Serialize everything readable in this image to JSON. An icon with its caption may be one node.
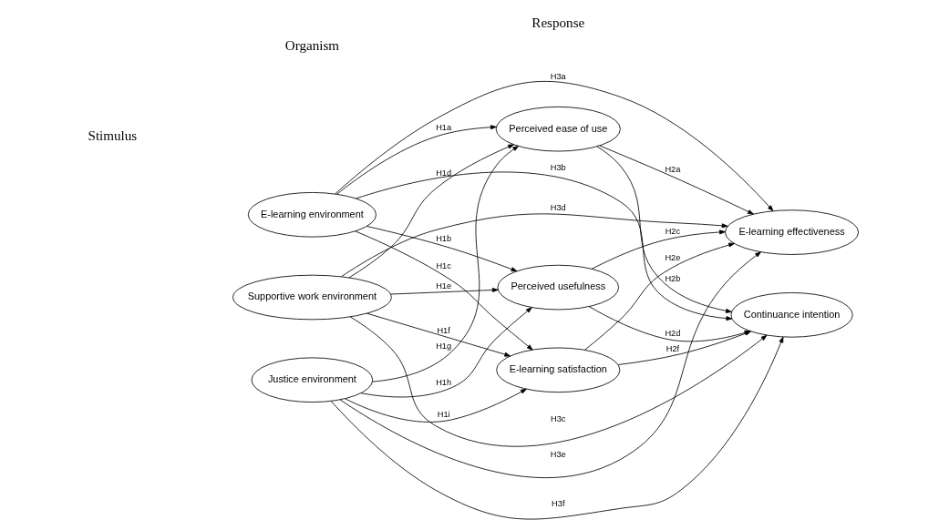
{
  "diagram": {
    "nodes": [
      {
        "text": [
          "E-learning environment"
        ]
      },
      {
        "text": [
          "Supportive work environment"
        ]
      },
      {
        "text": [
          "Justice environment"
        ]
      },
      {
        "text": [
          "Perceived ease of use"
        ]
      },
      {
        "text": [
          "Perceived usefulness"
        ]
      },
      {
        "text": [
          "E-learning satisfaction"
        ]
      },
      {
        "text": [
          "E-learning effectiveness"
        ]
      },
      {
        "text": [
          "Continuance intention"
        ]
      }
    ],
    "edges": [
      {
        "from": 0,
        "to": 3,
        "arrow": "to",
        "label": "H1a"
      },
      {
        "from": 0,
        "to": 4,
        "arrow": "to",
        "label": "H1b"
      },
      {
        "from": 0,
        "to": 5,
        "arrow": "to",
        "label": "H1c"
      },
      {
        "from": 1,
        "to": 3,
        "arrow": "to",
        "label": "H1d"
      },
      {
        "from": 1,
        "to": 4,
        "arrow": "to",
        "label": "H1e"
      },
      {
        "from": 1,
        "to": 5,
        "arrow": "to",
        "label": "H1f"
      },
      {
        "from": 2,
        "to": 3,
        "arrow": "to",
        "label": "H1g"
      },
      {
        "from": 2,
        "to": 4,
        "arrow": "to",
        "label": "H1h"
      },
      {
        "from": 2,
        "to": 5,
        "arrow": "to",
        "label": "H1i"
      },
      {
        "from": 3,
        "to": 6,
        "arrow": "to",
        "label": "H2a"
      },
      {
        "from": 3,
        "to": 7,
        "arrow": "to",
        "label": "H2b"
      },
      {
        "from": 4,
        "to": 6,
        "arrow": "to",
        "label": "H2c"
      },
      {
        "from": 4,
        "to": 7,
        "arrow": "to",
        "label": "H2d"
      },
      {
        "from": 5,
        "to": 6,
        "arrow": "to",
        "label": "H2e"
      },
      {
        "from": 5,
        "to": 7,
        "arrow": "to",
        "label": "H2f"
      },
      {
        "from": 0,
        "to": 6,
        "arrow": "to",
        "label": "H3a"
      },
      {
        "from": 0,
        "to": 7,
        "arrow": "to",
        "label": "H3b"
      },
      {
        "from": 1,
        "to": 7,
        "arrow": "to",
        "label": "H3c"
      },
      {
        "from": 1,
        "to": 6,
        "arrow": "to",
        "label": "H3d"
      },
      {
        "from": 2,
        "to": 6,
        "arrow": "to",
        "label": "H3e"
      },
      {
        "from": 2,
        "to": 7,
        "arrow": "to",
        "label": "H3f"
      }
    ],
    "labels": [
      "Stimulus",
      "Organism",
      "Response"
    ]
  }
}
